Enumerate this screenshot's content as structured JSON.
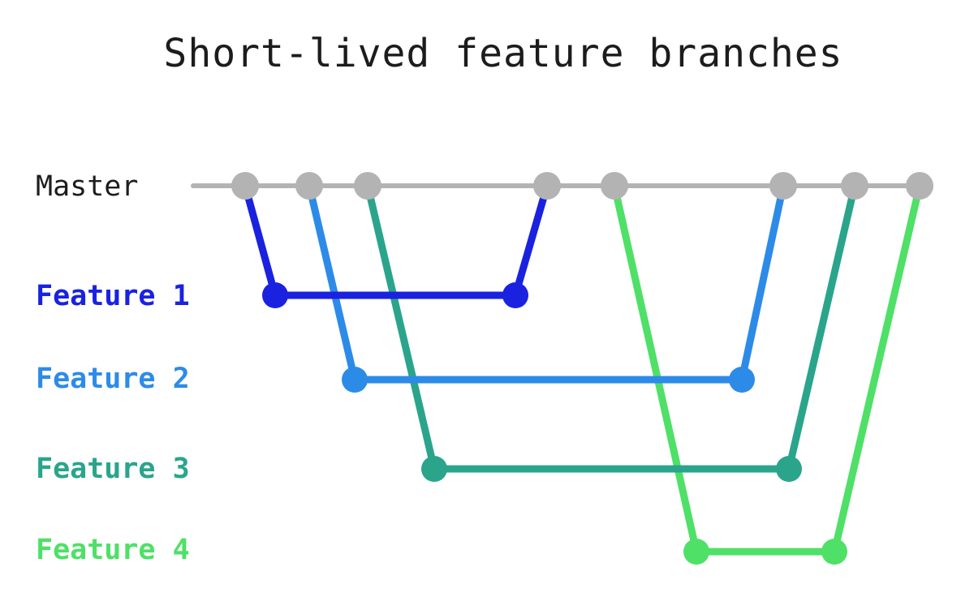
{
  "title": "Short-lived feature branches",
  "master": {
    "label": "Master",
    "color": "#b3b3b3"
  },
  "branches": [
    {
      "label": "Feature 1",
      "color": "#1a22e0"
    },
    {
      "label": "Feature 2",
      "color": "#2d8be8"
    },
    {
      "label": "Feature 3",
      "color": "#2aa58c"
    },
    {
      "label": "Feature 4",
      "color": "#4fe067"
    }
  ]
}
